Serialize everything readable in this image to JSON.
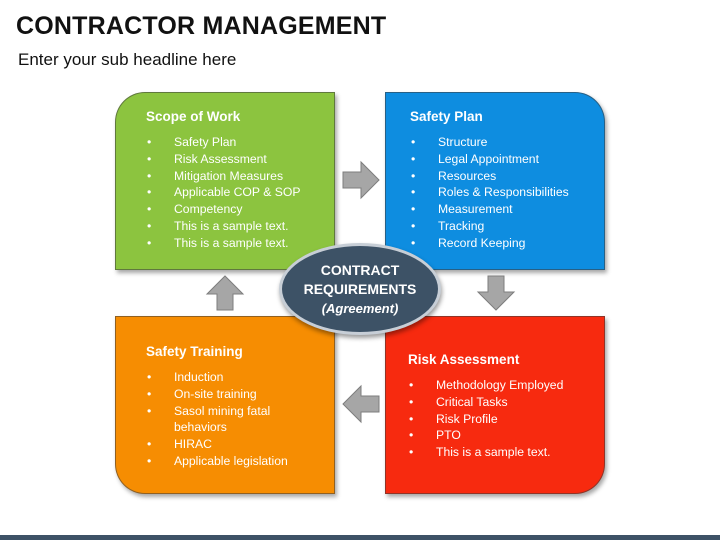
{
  "header": {
    "title": "CONTRACTOR MANAGEMENT",
    "subtitle": "Enter your sub headline here"
  },
  "center": {
    "line1": "CONTRACT",
    "line2": "REQUIREMENTS",
    "line3": "(Agreement)"
  },
  "quadrants": {
    "scope": {
      "title": "Scope of Work",
      "items": [
        "Safety Plan",
        "Risk Assessment",
        "Mitigation Measures",
        "Applicable COP & SOP",
        "Competency",
        "This is a sample text.",
        "This is a sample text."
      ]
    },
    "safety_plan": {
      "title": "Safety Plan",
      "items": [
        "Structure",
        "Legal Appointment",
        "Resources",
        "Roles & Responsibilities",
        "Measurement",
        "Tracking",
        "Record Keeping"
      ]
    },
    "safety_training": {
      "title": "Safety Training",
      "items": [
        "Induction",
        "On-site training",
        "Sasol mining fatal behaviors",
        "HIRAC",
        "Applicable legislation"
      ]
    },
    "risk_assessment": {
      "title": "Risk Assessment",
      "items": [
        "Methodology Employed",
        "Critical Tasks",
        "Risk Profile",
        "PTO",
        "This is a sample text."
      ]
    }
  },
  "colors": {
    "green": "#8cc43f",
    "blue": "#0e8de0",
    "orange": "#f68d02",
    "red": "#f72a0f",
    "center": "#3d5266",
    "arrow": "#a6a6a6"
  }
}
